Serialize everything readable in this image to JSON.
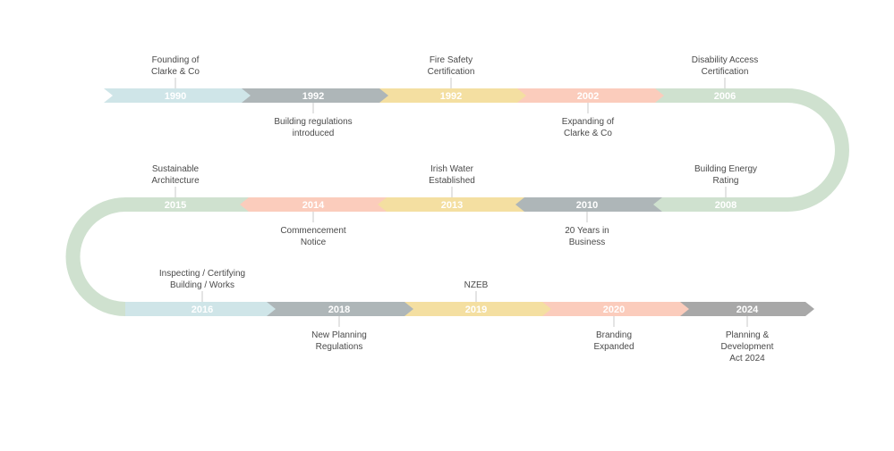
{
  "colors": {
    "light_blue": "#cfe5e8",
    "slate": "#aeb6b8",
    "yellow": "#f4dfa1",
    "salmon": "#fbccbc",
    "sage": "#cfe1cf",
    "grey": "#a8a8a8",
    "curve": "#cfe1cf",
    "label_text": "#4a4a4a"
  },
  "milestones": [
    {
      "year": "1990",
      "label": [
        "Founding of",
        "Clarke & Co"
      ]
    },
    {
      "year": "1992",
      "label": [
        "Building regulations",
        "introduced"
      ]
    },
    {
      "year": "1992",
      "label": [
        "Fire Safety",
        "Certification"
      ]
    },
    {
      "year": "2002",
      "label": [
        "Expanding of",
        "Clarke & Co"
      ]
    },
    {
      "year": "2006",
      "label": [
        "Disability Access",
        "Certification"
      ]
    },
    {
      "year": "2008",
      "label": [
        "Building Energy",
        "Rating"
      ]
    },
    {
      "year": "2010",
      "label": [
        "20 Years in",
        "Business"
      ]
    },
    {
      "year": "2013",
      "label": [
        "Irish Water",
        "Established"
      ]
    },
    {
      "year": "2014",
      "label": [
        "Commencement",
        "Notice"
      ]
    },
    {
      "year": "2015",
      "label": [
        "Sustainable",
        "Architecture"
      ]
    },
    {
      "year": "2016",
      "label": [
        "Inspecting / Certifying",
        "Building / Works"
      ]
    },
    {
      "year": "2018",
      "label": [
        "New Planning",
        "Regulations"
      ]
    },
    {
      "year": "2019",
      "label": [
        "NZEB"
      ]
    },
    {
      "year": "2020",
      "label": [
        "Branding",
        "Expanded"
      ]
    },
    {
      "year": "2024",
      "label": [
        "Planning &",
        "Development",
        "Act 2024"
      ]
    }
  ]
}
